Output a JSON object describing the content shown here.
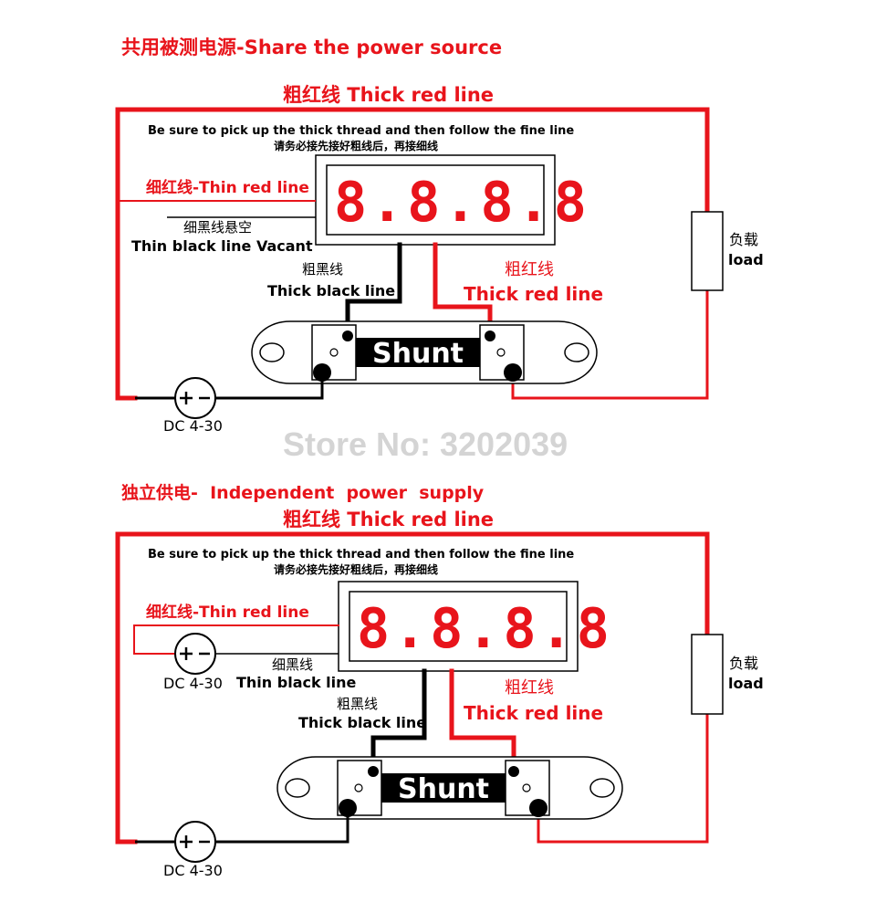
{
  "diagram1": {
    "title": "共用被测电源-Share the power source",
    "thick_red_top": "粗红线 Thick red line",
    "instruction_en": "Be sure to pick up the thick thread and then follow the fine line",
    "instruction_cn": "请务必接先接好粗线后，再接细线",
    "thin_red": "细红线-Thin red line",
    "thin_black_cn": "细黑线悬空",
    "thin_black_en": "Thin black line Vacant",
    "thick_black_cn": "粗黑线",
    "thick_black_en": "Thick black line",
    "thick_red_cn": "粗红线",
    "thick_red_en": "Thick red line",
    "display": "8.8.8.8",
    "shunt": "Shunt",
    "load_cn": "负载",
    "load_en": "load",
    "dc": "DC 4-30"
  },
  "watermark": "Store No: 3202039",
  "diagram2": {
    "title": "独立供电-  Independent  power  supply",
    "thick_red_top": "粗红线 Thick red line",
    "instruction_en": "Be sure to pick up the thick thread and then follow the fine line",
    "instruction_cn": "请务必接先接好粗线后，再接细线",
    "thin_red": "细红线-Thin red line",
    "thin_black_cn": "细黑线",
    "thin_black_en": "Thin black line",
    "thick_black_cn": "粗黑线",
    "thick_black_en": "Thick black line",
    "thick_red_cn": "粗红线",
    "thick_red_en": "Thick red line",
    "display": "8.8.8.8",
    "shunt": "Shunt",
    "load_cn": "负载",
    "load_en": "load",
    "dc_side": "DC 4-30",
    "dc": "DC 4-30"
  },
  "colors": {
    "red": "#e8141b",
    "black": "#000000",
    "watermark": "#d4d4d4"
  }
}
